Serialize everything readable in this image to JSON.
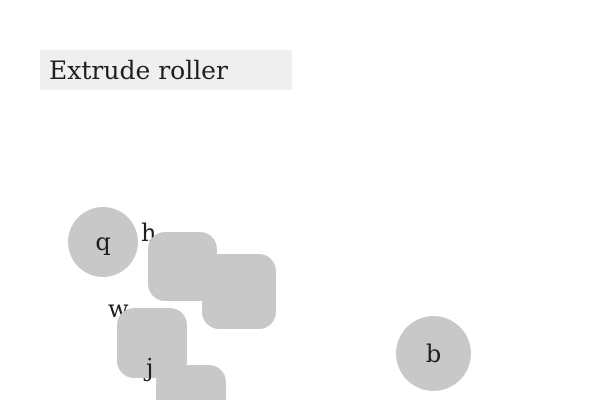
{
  "window": {
    "title": "Extrude roller"
  },
  "canvas": {
    "circle_q_label": "q",
    "circle_b_label": "b",
    "letter_h": "h",
    "letter_w": "w",
    "letter_j": "j"
  },
  "colors": {
    "background": "#ffffff",
    "title_bar": "#efefef",
    "token_fill": "#c8c8c8",
    "text": "#1f1f1f"
  }
}
